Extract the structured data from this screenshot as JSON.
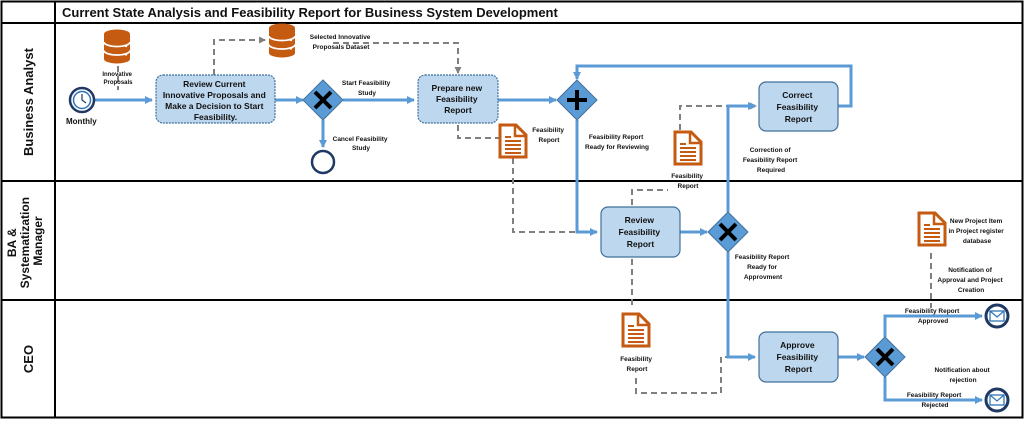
{
  "diagram": {
    "title": "Current State Analysis and Feasibility Report for Business System Development",
    "colors": {
      "task_fill": "#bdd7ee",
      "task_stroke": "#41719c",
      "flow": "#5b9bd5",
      "gateway_fill": "#5b9bd5",
      "artifact": "#c55a11",
      "event_stroke": "#1f3864",
      "assoc": "#808080"
    },
    "lanes": [
      {
        "id": "ba",
        "label": [
          "Business Analyst"
        ]
      },
      {
        "id": "bsm",
        "label": [
          "BA &",
          "Systematization",
          "Manager"
        ]
      },
      {
        "id": "ceo",
        "label": [
          "CEO"
        ]
      }
    ],
    "events": {
      "start": {
        "label": "Monthly",
        "icon": "timer-icon"
      },
      "cancel_end": {
        "label": [
          "Cancel Feasibility",
          "Study"
        ]
      },
      "end_approved": {
        "icon": "envelope-icon"
      },
      "end_rejected": {
        "icon": "envelope-icon"
      }
    },
    "tasks": {
      "review_current": [
        "Review Current",
        "Innovative Proposals and",
        "Make a Decision to Start",
        "Feasibility."
      ],
      "prepare": [
        "Prepare new",
        "Feasibility",
        "Report"
      ],
      "correct": [
        "Correct",
        "Feasibility",
        "Report"
      ],
      "review_report": [
        "Review",
        "Feasibility",
        "Report"
      ],
      "approve": [
        "Approve",
        "Feasibility",
        "Report"
      ]
    },
    "artifacts": {
      "innovative_proposals": [
        "Innovative",
        "Proposals"
      ],
      "selected_dataset": [
        "Selected Innovative",
        "Proposals Dataset"
      ],
      "doc_prepare": [
        "Feasibility",
        "Report"
      ],
      "doc_correct": [
        "Feasibility",
        "Report"
      ],
      "doc_approve": [
        "Feasibility",
        "Report"
      ],
      "doc_new_project": [
        "New Project Item",
        "in Project register",
        "database"
      ]
    },
    "flow_labels": {
      "start_study": [
        "Start Feasibility",
        "Study"
      ],
      "ready_review": [
        "Feasibility Report",
        "Ready for Reviewing"
      ],
      "correction": [
        "Correction of",
        "Feasibility Report",
        "Required"
      ],
      "ready_approve": [
        "Feasibility Report",
        "Ready for",
        "Approvment"
      ],
      "notif_approval": [
        "Notification of",
        "Approval and Project",
        "Creation"
      ],
      "approved": [
        "Feasibility Report",
        "Approved"
      ],
      "notif_reject": [
        "Notification about",
        "rejection"
      ],
      "rejected": [
        "Feasibility Report",
        "Rejected"
      ]
    }
  }
}
